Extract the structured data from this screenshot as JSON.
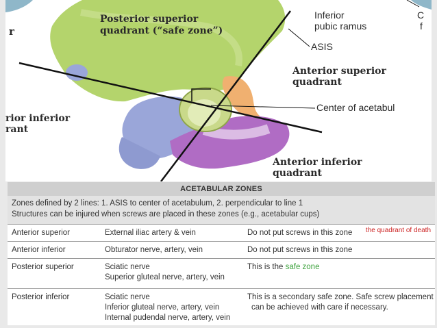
{
  "figure": {
    "labels": {
      "posterior_superior_line1": "Posterior superior",
      "posterior_superior_line2": "quadrant (“safe zone”)",
      "inferior_pubic_line1": "Inferior",
      "inferior_pubic_line2": "pubic ramus",
      "asis": "ASIS",
      "anterior_superior_line1": "Anterior superior",
      "anterior_superior_line2": "quadrant",
      "center": "Center of acetabul",
      "posterior_inferior_line1": "rior inferior",
      "posterior_inferior_line2": "rant",
      "anterior_inferior_line1": "Anterior inferior",
      "anterior_inferior_line2": "quadrant",
      "edge_left": "r",
      "edge_right_top": "C",
      "edge_right_bottom": "f"
    }
  },
  "table": {
    "title": "ACETABULAR ZONES",
    "description_line1": "Zones defined by 2 lines: 1. ASIS to center of acetabulum, 2. perpendicular to line 1",
    "description_line2": "Structures can be injured when screws are placed in these zones (e.g., acetabular cups)",
    "rows": [
      {
        "zone": "Anterior superior",
        "structures": [
          "External iliac artery & vein"
        ],
        "advice": "Do not put screws in this zone",
        "annotation": "the quadrant of death"
      },
      {
        "zone": "Anterior inferior",
        "structures": [
          "Obturator nerve, artery, vein"
        ],
        "advice": "Do not put screws in this zone"
      },
      {
        "zone": "Posterior superior",
        "structures": [
          "Sciatic nerve",
          "Superior gluteal nerve, artery, vein"
        ],
        "advice_prefix": "This is the ",
        "advice_highlight": "safe zone"
      },
      {
        "zone": "Posterior inferior",
        "structures": [
          "Sciatic nerve",
          "Inferior gluteal nerve, artery, vein",
          "Internal pudendal nerve, artery, vein"
        ],
        "advice_line1": "This is a secondary safe zone. Safe screw placement",
        "advice_line2": "can be achieved with care if necessary."
      }
    ]
  },
  "colors": {
    "safe_zone": "#3fa33f",
    "annotation": "#cc2222",
    "ilium": "#b4d46c",
    "ischium": "#9aa6d9",
    "pubis": "#b06cc4",
    "anterior_superior": "#f0b070"
  }
}
